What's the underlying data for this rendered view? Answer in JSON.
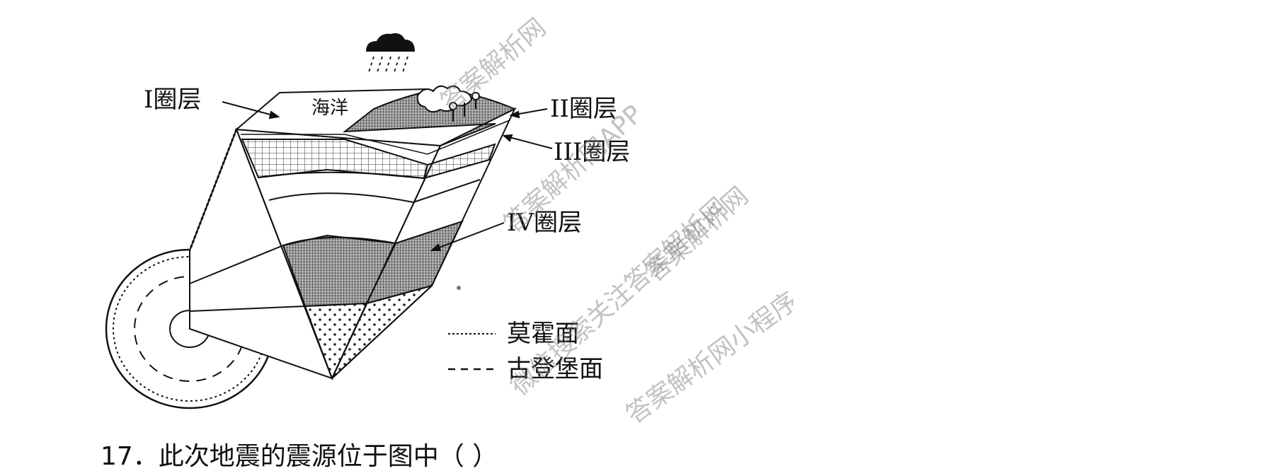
{
  "diagram": {
    "labels": {
      "sphere_1": "I圈层",
      "sphere_2": "II圈层",
      "sphere_3": "III圈层",
      "sphere_4": "IV圈层",
      "ocean": "海洋"
    },
    "legend": [
      {
        "style": "dotted",
        "label": "莫霍面"
      },
      {
        "style": "dashed",
        "label": "古登堡面"
      }
    ]
  },
  "watermarks": [
    "答案解析网",
    "答案解析网APP",
    "答案解析网",
    "微信搜索关注答案解析网",
    "答案解析网小程序"
  ],
  "question": {
    "text": "17．此次地震的震源位于图中（   ）"
  },
  "colors": {
    "ink": "#111111",
    "shade": "#8a8a8a",
    "watermark": "#787878"
  }
}
